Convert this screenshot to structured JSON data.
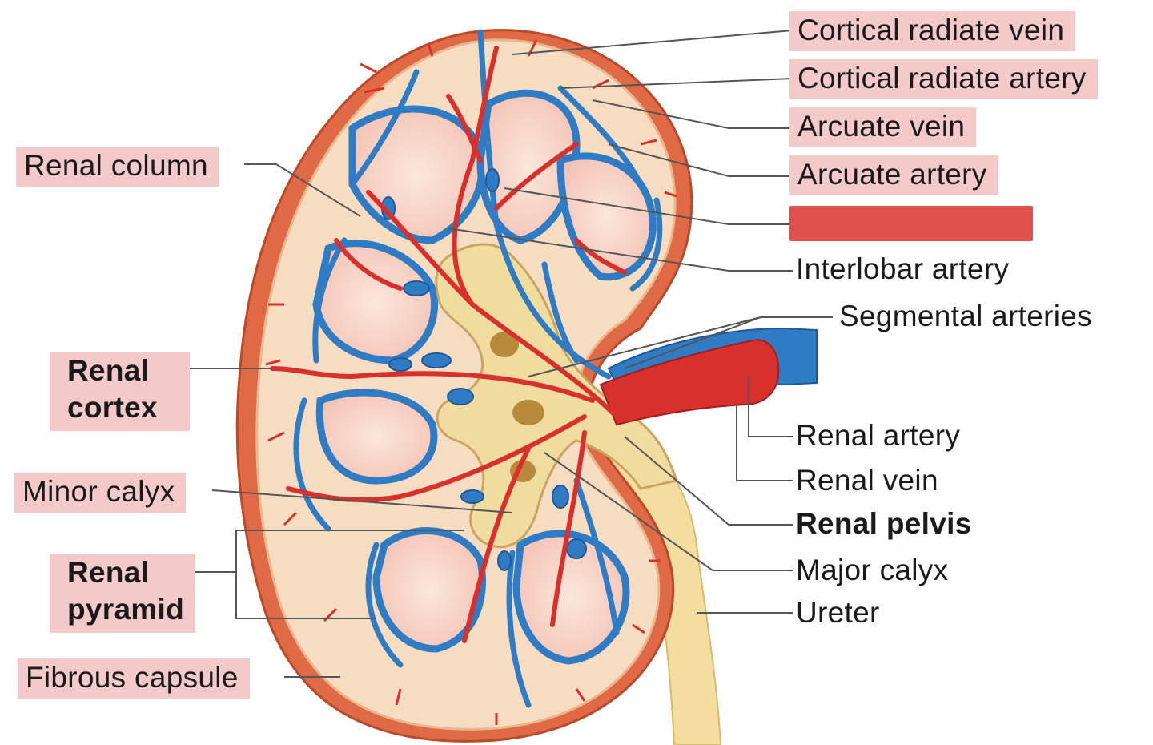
{
  "labels": {
    "cortical_radiate_vein": "Cortical radiate vein",
    "cortical_radiate_artery": "Cortical radiate artery",
    "arcuate_vein": "Arcuate vein",
    "arcuate_artery": "Arcuate artery",
    "interlobar_artery": "Interlobar artery",
    "segmental_arteries": "Segmental arteries",
    "renal_artery": "Renal artery",
    "renal_vein": "Renal vein",
    "renal_pelvis": "Renal pelvis",
    "major_calyx": "Major calyx",
    "ureter": "Ureter",
    "renal_column": "Renal column",
    "renal_cortex_line1": "Renal",
    "renal_cortex_line2": "cortex",
    "minor_calyx": "Minor calyx",
    "renal_pyramid_line1": "Renal",
    "renal_pyramid_line2": "pyramid",
    "fibrous_capsule": "Fibrous capsule"
  },
  "colors": {
    "label_highlight": "#f4c9c9",
    "hidden_label_box": "#e0504d",
    "artery": "#d8302c",
    "vein": "#2f7bc4",
    "cortex": "#f6dcc0",
    "pelvis": "#f1dca0",
    "capsule": "#e06a45"
  }
}
